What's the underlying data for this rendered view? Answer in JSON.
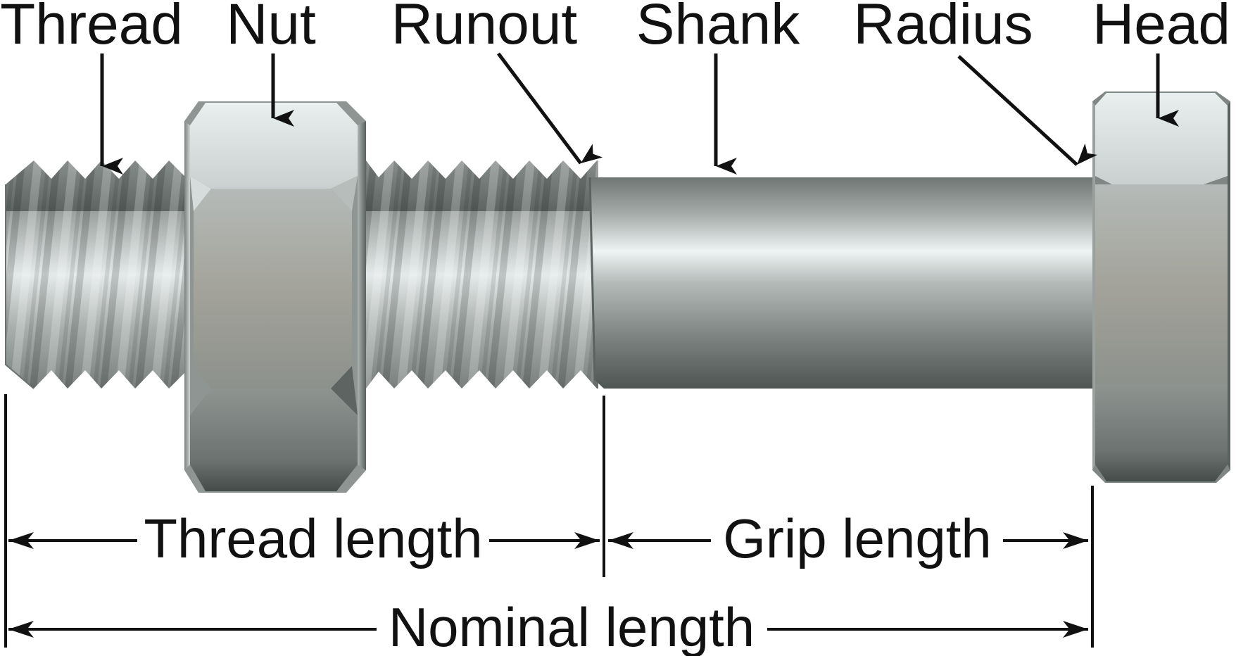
{
  "labels": {
    "thread": "Thread",
    "nut": "Nut",
    "runout": "Runout",
    "shank": "Shank",
    "radius": "Radius",
    "head": "Head"
  },
  "dimensions": {
    "thread_length": "Thread length",
    "grip_length": "Grip length",
    "nominal_length": "Nominal length"
  },
  "colors": {
    "ink": "#111111",
    "steel_light": "#e6ecec",
    "steel_mid": "#9ea4a2",
    "steel_dark": "#505755",
    "background": "#ffffff"
  }
}
